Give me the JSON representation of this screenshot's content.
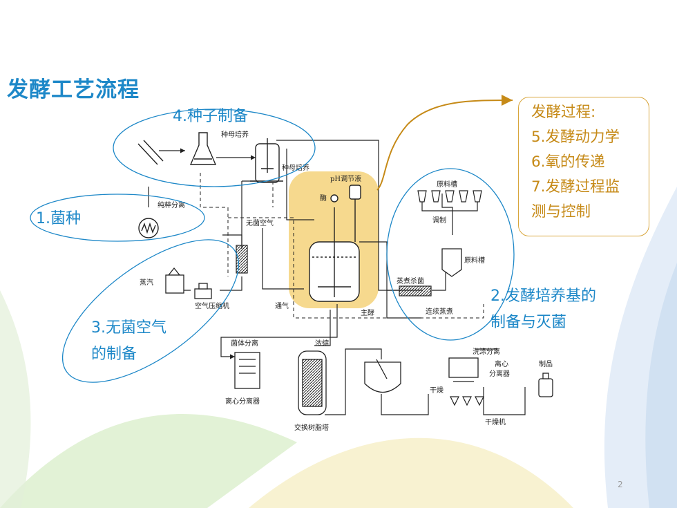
{
  "slide": {
    "title": "发酵工艺流程",
    "page_number": "2"
  },
  "labels": {
    "seed": "4.种子制备",
    "strain": "1.菌种",
    "air_line1": "3.无菌空气",
    "air_line2": "的制备",
    "medium_line1": "2.发酵培养基的",
    "medium_line2": "制备与灭菌"
  },
  "callout": {
    "title": "发酵过程:",
    "items": [
      "5.发酵动力学",
      "6.氧的传递",
      "7.发酵过程监",
      "测与控制"
    ]
  },
  "diagram_text": {
    "seed_culture_top": "种母培养",
    "seed_culture_tank": "种母培养",
    "ph_adjust": "pH调节液",
    "enzyme": "酶",
    "pure_isolation": "纯粹分离",
    "sterile_air": "无菌空气",
    "steam": "蒸汽",
    "air_compressor": "空气压缩机",
    "aeration": "通气",
    "main_ferment": "主酵",
    "raw_tank_top": "原料槽",
    "mixing": "调制",
    "raw_tank": "原料槽",
    "steam_sterilize": "蒸煮杀菌",
    "continuous_cook": "连续蒸煮",
    "cell_separation": "菌体分离",
    "concentrate": "浓缩",
    "centrifuge": "离心分离器",
    "ion_column": "交换树脂塔",
    "wash_separate": "洗涤分离",
    "centrifuge_sep_1": "离心",
    "centrifuge_sep_2": "分离器",
    "dry": "干燥",
    "dryer": "干燥机",
    "product": "制品"
  },
  "colors": {
    "title": "#1e88c8",
    "callout": "#c68a17",
    "highlight": "#f5d27a",
    "ellipse": "#1e88c8"
  }
}
